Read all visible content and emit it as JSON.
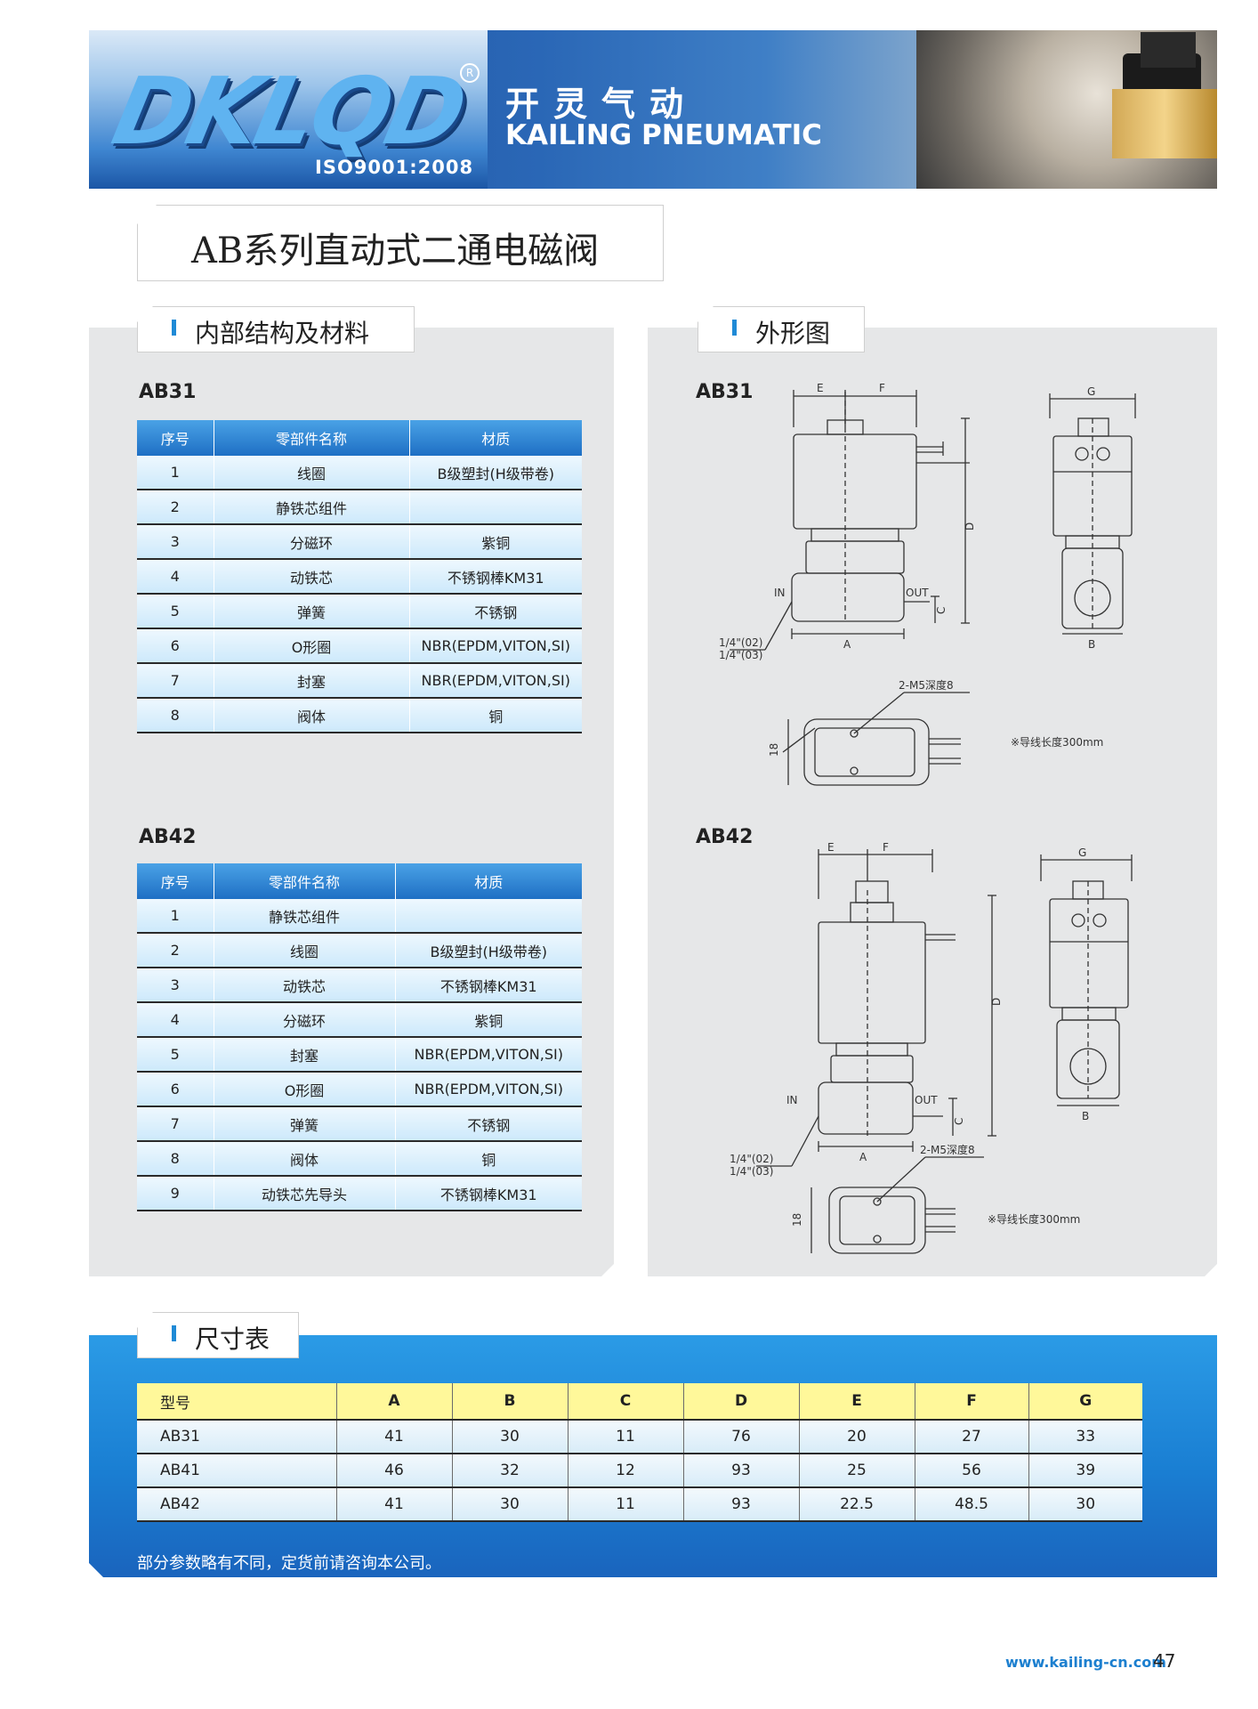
{
  "header": {
    "logo_text": "DKLQD",
    "registered_mark": "R",
    "iso": "ISO9001:2008",
    "company_cn": "开灵气动",
    "company_en": "KAILING PNEUMATIC"
  },
  "title": "AB系列直动式二通电磁阀",
  "structure": {
    "tab_label": "内部结构及材料",
    "columns": [
      "序号",
      "零部件名称",
      "材质"
    ],
    "ab31": {
      "model": "AB31",
      "rows": [
        {
          "no": "1",
          "name": "线圈",
          "material": "B级塑封(H级带卷)"
        },
        {
          "no": "2",
          "name": "静铁芯组件",
          "material": ""
        },
        {
          "no": "3",
          "name": "分磁环",
          "material": "紫铜"
        },
        {
          "no": "4",
          "name": "动铁芯",
          "material": "不锈钢棒KM31"
        },
        {
          "no": "5",
          "name": "弹簧",
          "material": "不锈钢"
        },
        {
          "no": "6",
          "name": "O形圈",
          "material": "NBR(EPDM,VITON,SI)"
        },
        {
          "no": "7",
          "name": "封塞",
          "material": "NBR(EPDM,VITON,SI)"
        },
        {
          "no": "8",
          "name": "阀体",
          "material": "铜"
        }
      ]
    },
    "ab42": {
      "model": "AB42",
      "rows": [
        {
          "no": "1",
          "name": "静铁芯组件",
          "material": ""
        },
        {
          "no": "2",
          "name": "线圈",
          "material": "B级塑封(H级带卷)"
        },
        {
          "no": "3",
          "name": "动铁芯",
          "material": "不锈钢棒KM31"
        },
        {
          "no": "4",
          "name": "分磁环",
          "material": "紫铜"
        },
        {
          "no": "5",
          "name": "封塞",
          "material": "NBR(EPDM,VITON,SI)"
        },
        {
          "no": "6",
          "name": "O形圈",
          "material": "NBR(EPDM,VITON,SI)"
        },
        {
          "no": "7",
          "name": "弹簧",
          "material": "不锈钢"
        },
        {
          "no": "8",
          "name": "阀体",
          "material": "铜"
        },
        {
          "no": "9",
          "name": "动铁芯先导头",
          "material": "不锈钢棒KM31"
        }
      ]
    }
  },
  "outline": {
    "tab_label": "外形图",
    "ab31_model": "AB31",
    "ab42_model": "AB42",
    "labels": {
      "e": "E",
      "f": "F",
      "g": "G",
      "d": "D",
      "c": "C",
      "a": "A",
      "b": "B",
      "in": "IN",
      "out": "OUT",
      "port1": "1/4\"(02)",
      "port2": "1/4\"(03)",
      "mount": "2-M5深度8",
      "width18": "18",
      "wire_note": "※导线长度300mm"
    }
  },
  "dimensions": {
    "tab_label": "尺寸表",
    "columns": [
      "型号",
      "A",
      "B",
      "C",
      "D",
      "E",
      "F",
      "G"
    ],
    "rows": [
      [
        "AB31",
        "41",
        "30",
        "11",
        "76",
        "20",
        "27",
        "33"
      ],
      [
        "AB41",
        "46",
        "32",
        "12",
        "93",
        "25",
        "56",
        "39"
      ],
      [
        "AB42",
        "41",
        "30",
        "11",
        "93",
        "22.5",
        "48.5",
        "30"
      ]
    ],
    "note": "部分参数略有不同，定货前请咨询本公司。"
  },
  "footer": {
    "url": "www.kailing-cn.com",
    "page": "47"
  }
}
